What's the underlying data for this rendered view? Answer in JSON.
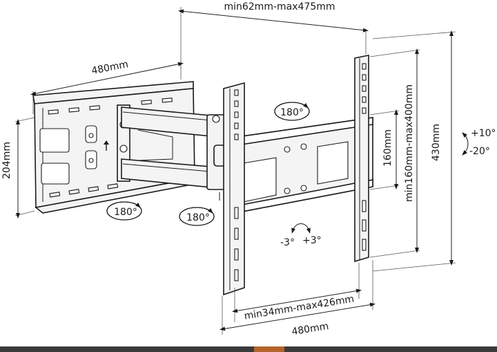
{
  "dimensions": {
    "top_span": "min62mm-max475mm",
    "wall_plate_width": "480mm",
    "wall_plate_height": "204mm",
    "bracket_width": "480mm",
    "bracket_height": "430mm",
    "vesa_horizontal": "min34mm-max426mm",
    "vesa_vertical": "min160mm-max400mm",
    "slot_height": "160mm"
  },
  "rotation_labels": {
    "left_arm": "180°",
    "mid_arm": "180°",
    "head_top": "180°"
  },
  "tilt": {
    "up": "+10°",
    "down": "-20°"
  },
  "level": {
    "minus": "-3°",
    "plus": "+3°"
  },
  "icons": {
    "rotate": "curved-arrow-icon",
    "up": "up-arrow-icon"
  }
}
